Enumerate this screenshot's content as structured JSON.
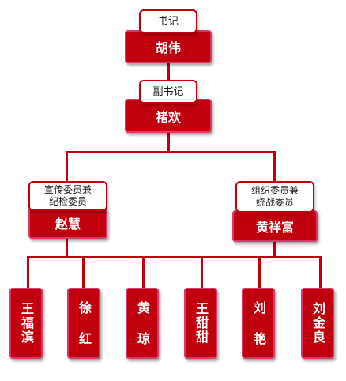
{
  "chart_data": {
    "type": "org-chart",
    "title": "",
    "nodes": [
      {
        "id": "secretary",
        "role": "书记",
        "name": "胡伟"
      },
      {
        "id": "deputy",
        "role": "副书记",
        "name": "褚欢"
      },
      {
        "id": "left",
        "role": [
          "宣传委员兼",
          "纪检委员"
        ],
        "name": "赵慧"
      },
      {
        "id": "right",
        "role": [
          "组织委员兼",
          "统战委员"
        ],
        "name": "黄祥富"
      },
      {
        "id": "m1",
        "name": "王福滨"
      },
      {
        "id": "m2",
        "name": "徐红"
      },
      {
        "id": "m3",
        "name": "黄琼"
      },
      {
        "id": "m4",
        "name": "王甜甜"
      },
      {
        "id": "m5",
        "name": "刘艳"
      },
      {
        "id": "m6",
        "name": "刘金良"
      }
    ],
    "edges": [
      [
        "secretary",
        "deputy"
      ],
      [
        "deputy",
        "left"
      ],
      [
        "deputy",
        "right"
      ],
      [
        "left",
        "m1"
      ],
      [
        "left",
        "m2"
      ],
      [
        "left",
        "m3"
      ],
      [
        "left",
        "m4"
      ],
      [
        "left",
        "m5"
      ],
      [
        "left",
        "m6"
      ]
    ]
  },
  "secretary": {
    "role": "书记",
    "name": "胡伟"
  },
  "deputy": {
    "role": "副书记",
    "name": "褚欢"
  },
  "left": {
    "role1": "宣传委员兼",
    "role2": "纪检委员",
    "name": "赵慧"
  },
  "right": {
    "role1": "组织委员兼",
    "role2": "统战委员",
    "name": "黄祥富"
  },
  "members": [
    "王福滨",
    "徐 红",
    "黄 琼",
    "王甜甜",
    "刘 艳",
    "刘金良"
  ],
  "colors": {
    "primary": "#c0000d",
    "border": "#d53a6a"
  }
}
